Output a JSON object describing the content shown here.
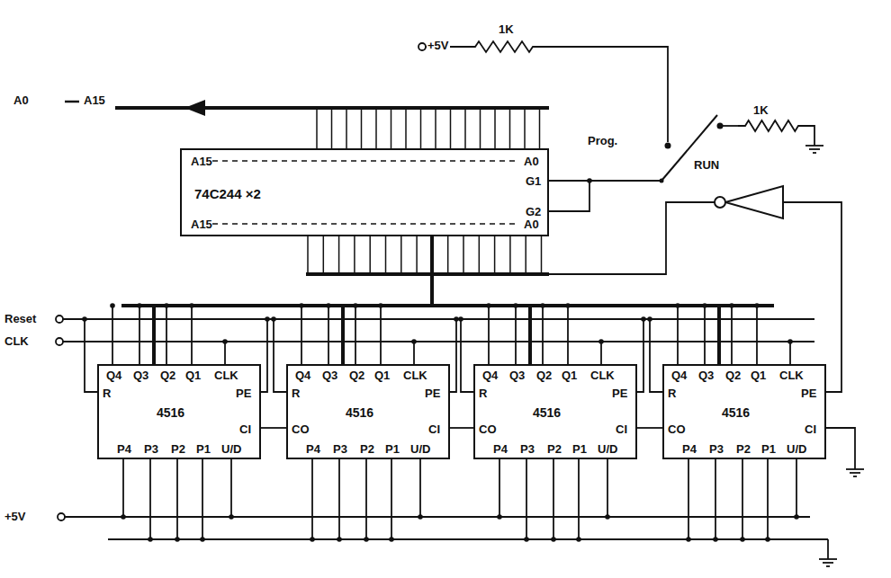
{
  "diagram": {
    "nodes": [
      {
        "text": [
          "A15",
          "A0",
          "74C244 ×2",
          "G1",
          "G2",
          "A15",
          "A0"
        ]
      },
      {
        "text": [
          "Q4",
          "Q3",
          "Q2",
          "Q1",
          "CLK",
          "R",
          "PE",
          "4516",
          "CI",
          "P4",
          "P3",
          "P2",
          "P1",
          "U/D"
        ]
      },
      {
        "text": [
          "Q4",
          "Q3",
          "Q2",
          "Q1",
          "CLK",
          "R",
          "PE",
          "4516",
          "CO",
          "CI",
          "P4",
          "P3",
          "P2",
          "P1",
          "U/D"
        ]
      },
      {
        "text": [
          "Q4",
          "Q3",
          "Q2",
          "Q1",
          "CLK",
          "R",
          "PE",
          "4516",
          "CO",
          "CI",
          "P4",
          "P3",
          "P2",
          "P1",
          "U/D"
        ]
      },
      {
        "text": [
          "Q4",
          "Q3",
          "Q2",
          "Q1",
          "CLK",
          "R",
          "PE",
          "4516",
          "CO",
          "CI",
          "P4",
          "P3",
          "P2",
          "P1",
          "U/D"
        ]
      }
    ],
    "edges": [
      {
        "from": 2,
        "to": 1,
        "arrow": "none"
      },
      {
        "from": 3,
        "to": 2,
        "arrow": "none"
      },
      {
        "from": 4,
        "to": 3,
        "arrow": "none"
      },
      {
        "from": 1,
        "to": 0,
        "arrow": "none"
      },
      {
        "from": 2,
        "to": 0,
        "arrow": "none"
      },
      {
        "from": 3,
        "to": 0,
        "arrow": "none"
      },
      {
        "from": 4,
        "to": 0,
        "arrow": "none"
      }
    ],
    "labels": [
      "A0",
      "A15",
      "+5V",
      "1K",
      "Prog.",
      "RUN",
      "1K",
      "Reset",
      "CLK",
      "+5V"
    ]
  }
}
